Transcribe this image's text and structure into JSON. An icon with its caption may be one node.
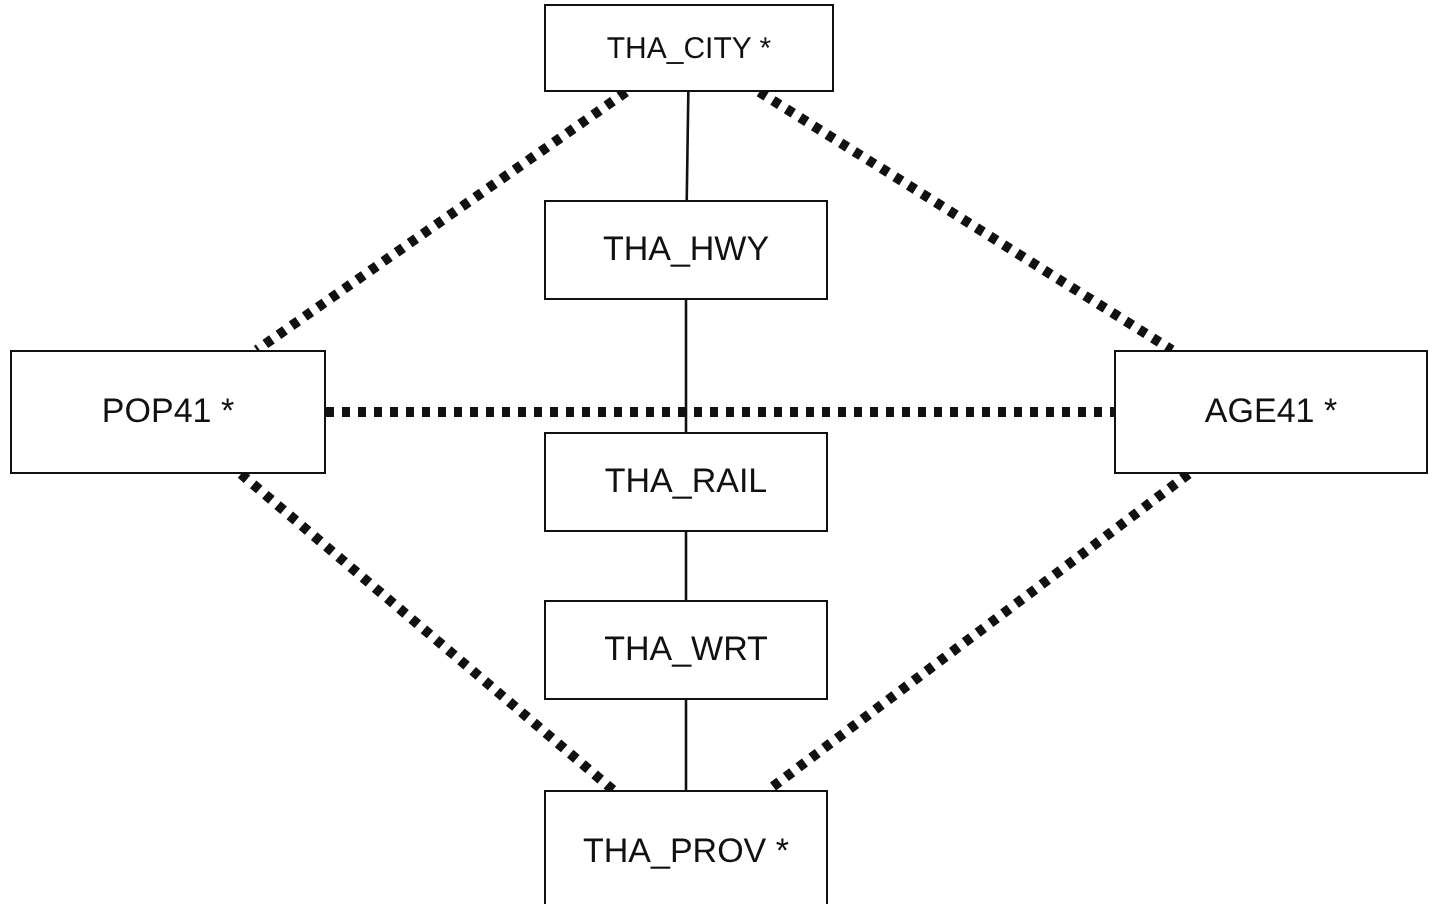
{
  "diagram": {
    "nodes": [
      {
        "text": [
          "THA_CITY *"
        ]
      },
      {
        "text": [
          "THA_HWY"
        ]
      },
      {
        "text": [
          "POP41 *"
        ]
      },
      {
        "text": [
          "AGE41 *"
        ]
      },
      {
        "text": [
          "THA_RAIL"
        ]
      },
      {
        "text": [
          "THA_WRT"
        ]
      },
      {
        "text": [
          "THA_PROV *"
        ]
      }
    ],
    "edges": [
      {
        "from": 0,
        "to": 1,
        "arrow": "none"
      },
      {
        "from": 1,
        "to": 4,
        "arrow": "none"
      },
      {
        "from": 4,
        "to": 5,
        "arrow": "none"
      },
      {
        "from": 5,
        "to": 6,
        "arrow": "none"
      },
      {
        "from": 0,
        "to": 2,
        "arrow": "none",
        "style": "dashed"
      },
      {
        "from": 0,
        "to": 3,
        "arrow": "none",
        "style": "dashed"
      },
      {
        "from": 2,
        "to": 3,
        "arrow": "none",
        "style": "dashed"
      },
      {
        "from": 2,
        "to": 6,
        "arrow": "none",
        "style": "dashed"
      },
      {
        "from": 3,
        "to": 6,
        "arrow": "none",
        "style": "dashed"
      }
    ]
  }
}
